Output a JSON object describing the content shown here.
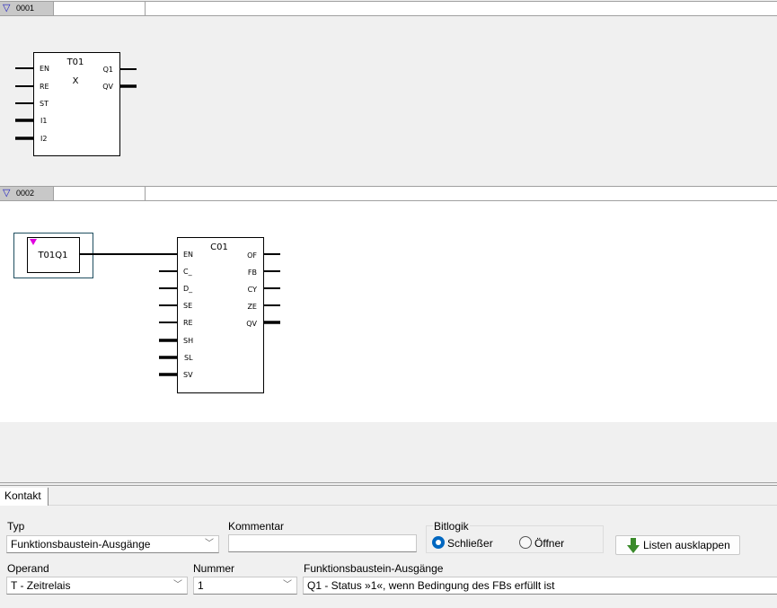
{
  "rungs": [
    {
      "number": "0001"
    },
    {
      "number": "0002"
    }
  ],
  "block_t01": {
    "name": "T01",
    "param": "X",
    "inputs": [
      "EN",
      "RE",
      "ST",
      "I1",
      "I2"
    ],
    "outputs": [
      "Q1",
      "QV"
    ]
  },
  "contact": {
    "label": "T01Q1",
    "marker_color": "#e000e0"
  },
  "block_c01": {
    "name": "C01",
    "inputs": [
      "EN",
      "C_",
      "D_",
      "SE",
      "RE",
      "SH",
      "SL",
      "SV"
    ],
    "outputs": [
      "OF",
      "FB",
      "CY",
      "ZE",
      "QV"
    ]
  },
  "panel": {
    "tab": "Kontakt",
    "typ_label": "Typ",
    "typ_value": "Funktionsbaustein-Ausgänge",
    "kommentar_label": "Kommentar",
    "kommentar_value": "",
    "bitlogik_label": "Bitlogik",
    "radio_schliesser": "Schließer",
    "radio_oeffner": "Öffner",
    "selected": "Schließer",
    "expand_button": "Listen ausklappen",
    "operand_label": "Operand",
    "operand_value": "T - Zeitrelais",
    "nummer_label": "Nummer",
    "nummer_value": "1",
    "fb_label": "Funktionsbaustein-Ausgänge",
    "fb_value": "Q1 - Status »1«, wenn Bedingung des FBs erfüllt ist"
  }
}
